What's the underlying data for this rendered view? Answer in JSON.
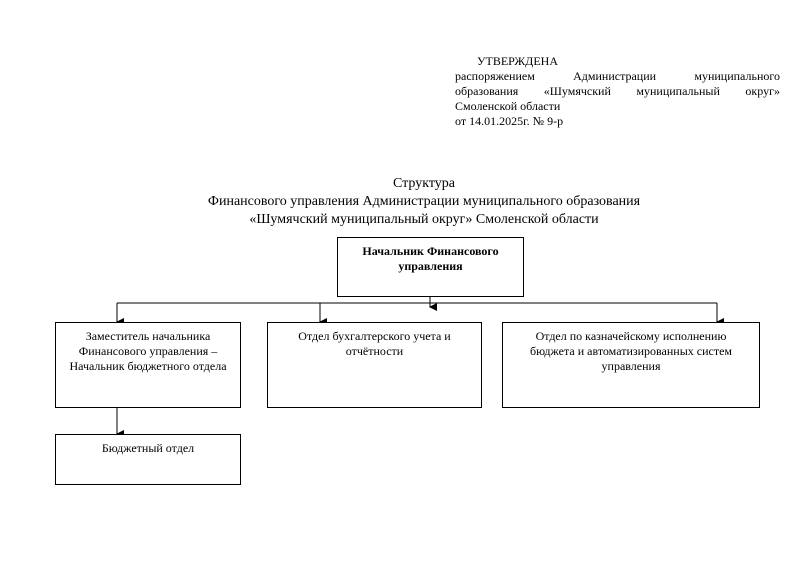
{
  "approval": {
    "head": "УТВЕРЖДЕНА",
    "line1": "распоряжением Администрации муниципального",
    "line2": "образования «Шумячский муниципальный округ»",
    "line3": "Смоленской области",
    "line4": "от 14.01.2025г. № 9-р"
  },
  "title": {
    "line1": "Структура",
    "line2": "Финансового управления Администрации муниципального образования",
    "line3": "«Шумячский муниципальный округ» Смоленской области"
  },
  "org": {
    "head": "Начальник Финансового управления",
    "deputy": "Заместитель начальника Финансового управления – Начальник бюджетного отдела",
    "accounting": "Отдел бухгалтерского учета и отчётности",
    "treasury": "Отдел по казначейскому исполнению бюджета и автоматизированных систем управления",
    "budget": "Бюджетный отдел"
  }
}
